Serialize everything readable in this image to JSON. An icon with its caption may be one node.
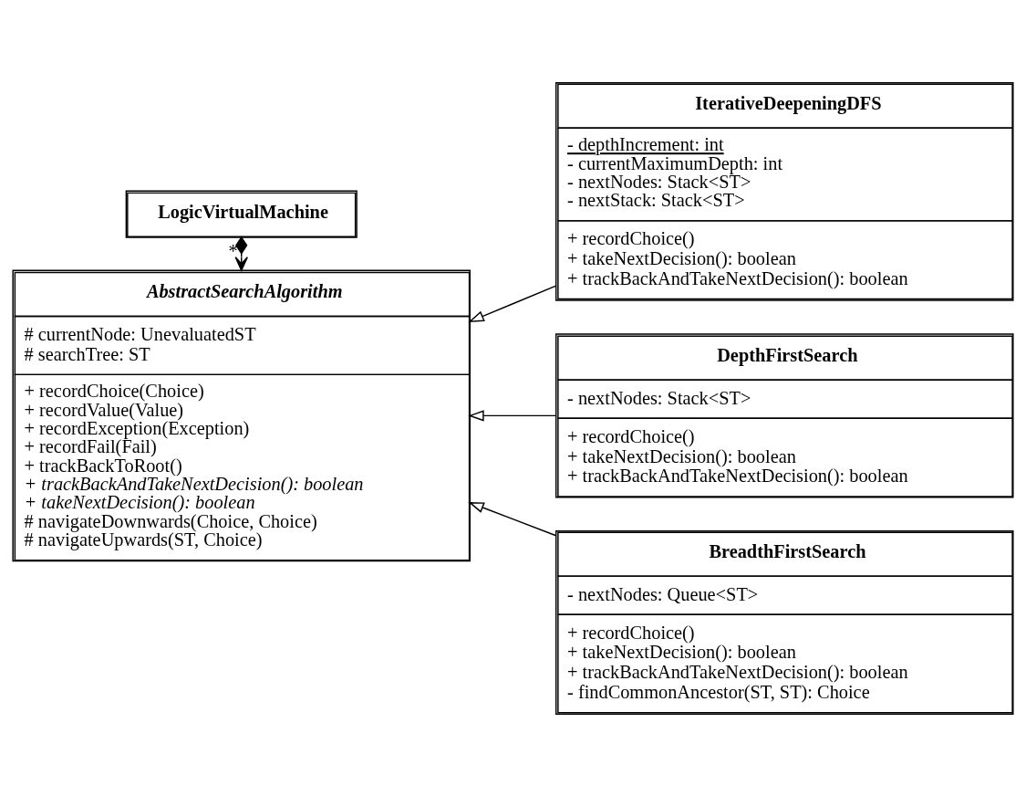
{
  "diagram": {
    "nodes": [
      {
        "text": [
          "LogicVirtualMachine"
        ]
      },
      {
        "text": [
          "AbstractSearchAlgorithm",
          "# currentNode: UnevaluatedST",
          "# searchTree: ST",
          "+ recordChoice(Choice)",
          "+ recordValue(Value)",
          "+ recordException(Exception)",
          "+ recordFail(Fail)",
          "+ trackBackToRoot()",
          "+ trackBackAndTakeNextDecision(): boolean",
          "+ takeNextDecision(): boolean",
          "# navigateDownwards(Choice, Choice)",
          "# navigateUpwards(ST, Choice)"
        ]
      },
      {
        "text": [
          "IterativeDeepeningDFS",
          "- depthIncrement: int",
          "- currentMaximumDepth: int",
          "- nextNodes: Stack<ST>",
          "- nextStack: Stack<ST>",
          "+ recordChoice()",
          "+ takeNextDecision(): boolean",
          "+ trackBackAndTakeNextDecision(): boolean"
        ]
      },
      {
        "text": [
          "DepthFirstSearch",
          "- nextNodes: Stack<ST>",
          "+ recordChoice()",
          "+ takeNextDecision(): boolean",
          "+ trackBackAndTakeNextDecision(): boolean"
        ]
      },
      {
        "text": [
          "BreadthFirstSearch",
          "- nextNodes: Queue<ST>",
          "+ recordChoice()",
          "+ takeNextDecision(): boolean",
          "+ trackBackAndTakeNextDecision(): boolean",
          "- findCommonAncestor(ST, ST): Choice"
        ]
      }
    ],
    "edges": [
      {
        "from": 0,
        "to": 1,
        "arrow": "to",
        "label": "*"
      },
      {
        "from": 2,
        "to": 1,
        "arrow": "to"
      },
      {
        "from": 3,
        "to": 1,
        "arrow": "to"
      },
      {
        "from": 4,
        "to": 1,
        "arrow": "to"
      }
    ]
  }
}
